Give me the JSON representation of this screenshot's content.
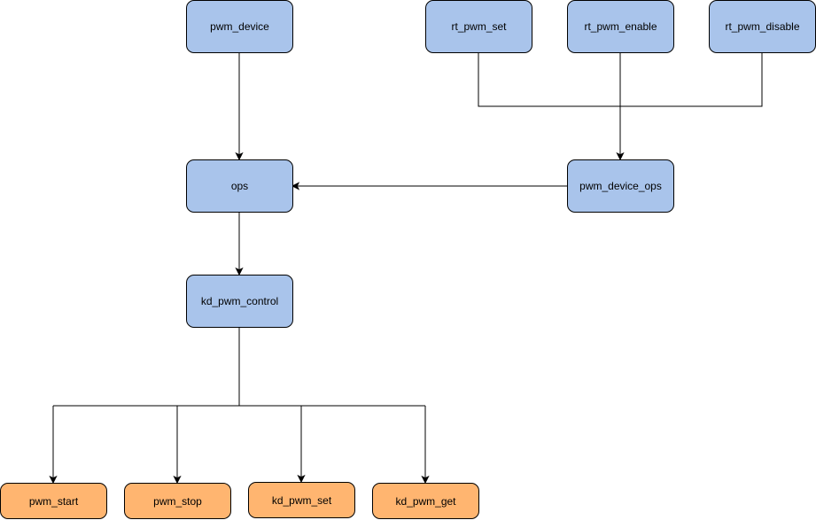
{
  "nodes": {
    "pwm_device": "pwm_device",
    "rt_pwm_set": "rt_pwm_set",
    "rt_pwm_enable": "rt_pwm_enable",
    "rt_pwm_disable": "rt_pwm_disable",
    "ops": "ops",
    "pwm_device_ops": "pwm_device_ops",
    "kd_pwm_control": "kd_pwm_control",
    "pwm_start": "pwm_start",
    "pwm_stop": "pwm_stop",
    "kd_pwm_set": "kd_pwm_set",
    "kd_pwm_get": "kd_pwm_get"
  },
  "colors": {
    "node_blue": "#a9c4eb",
    "node_orange": "#ffb570",
    "edge": "#000000"
  }
}
